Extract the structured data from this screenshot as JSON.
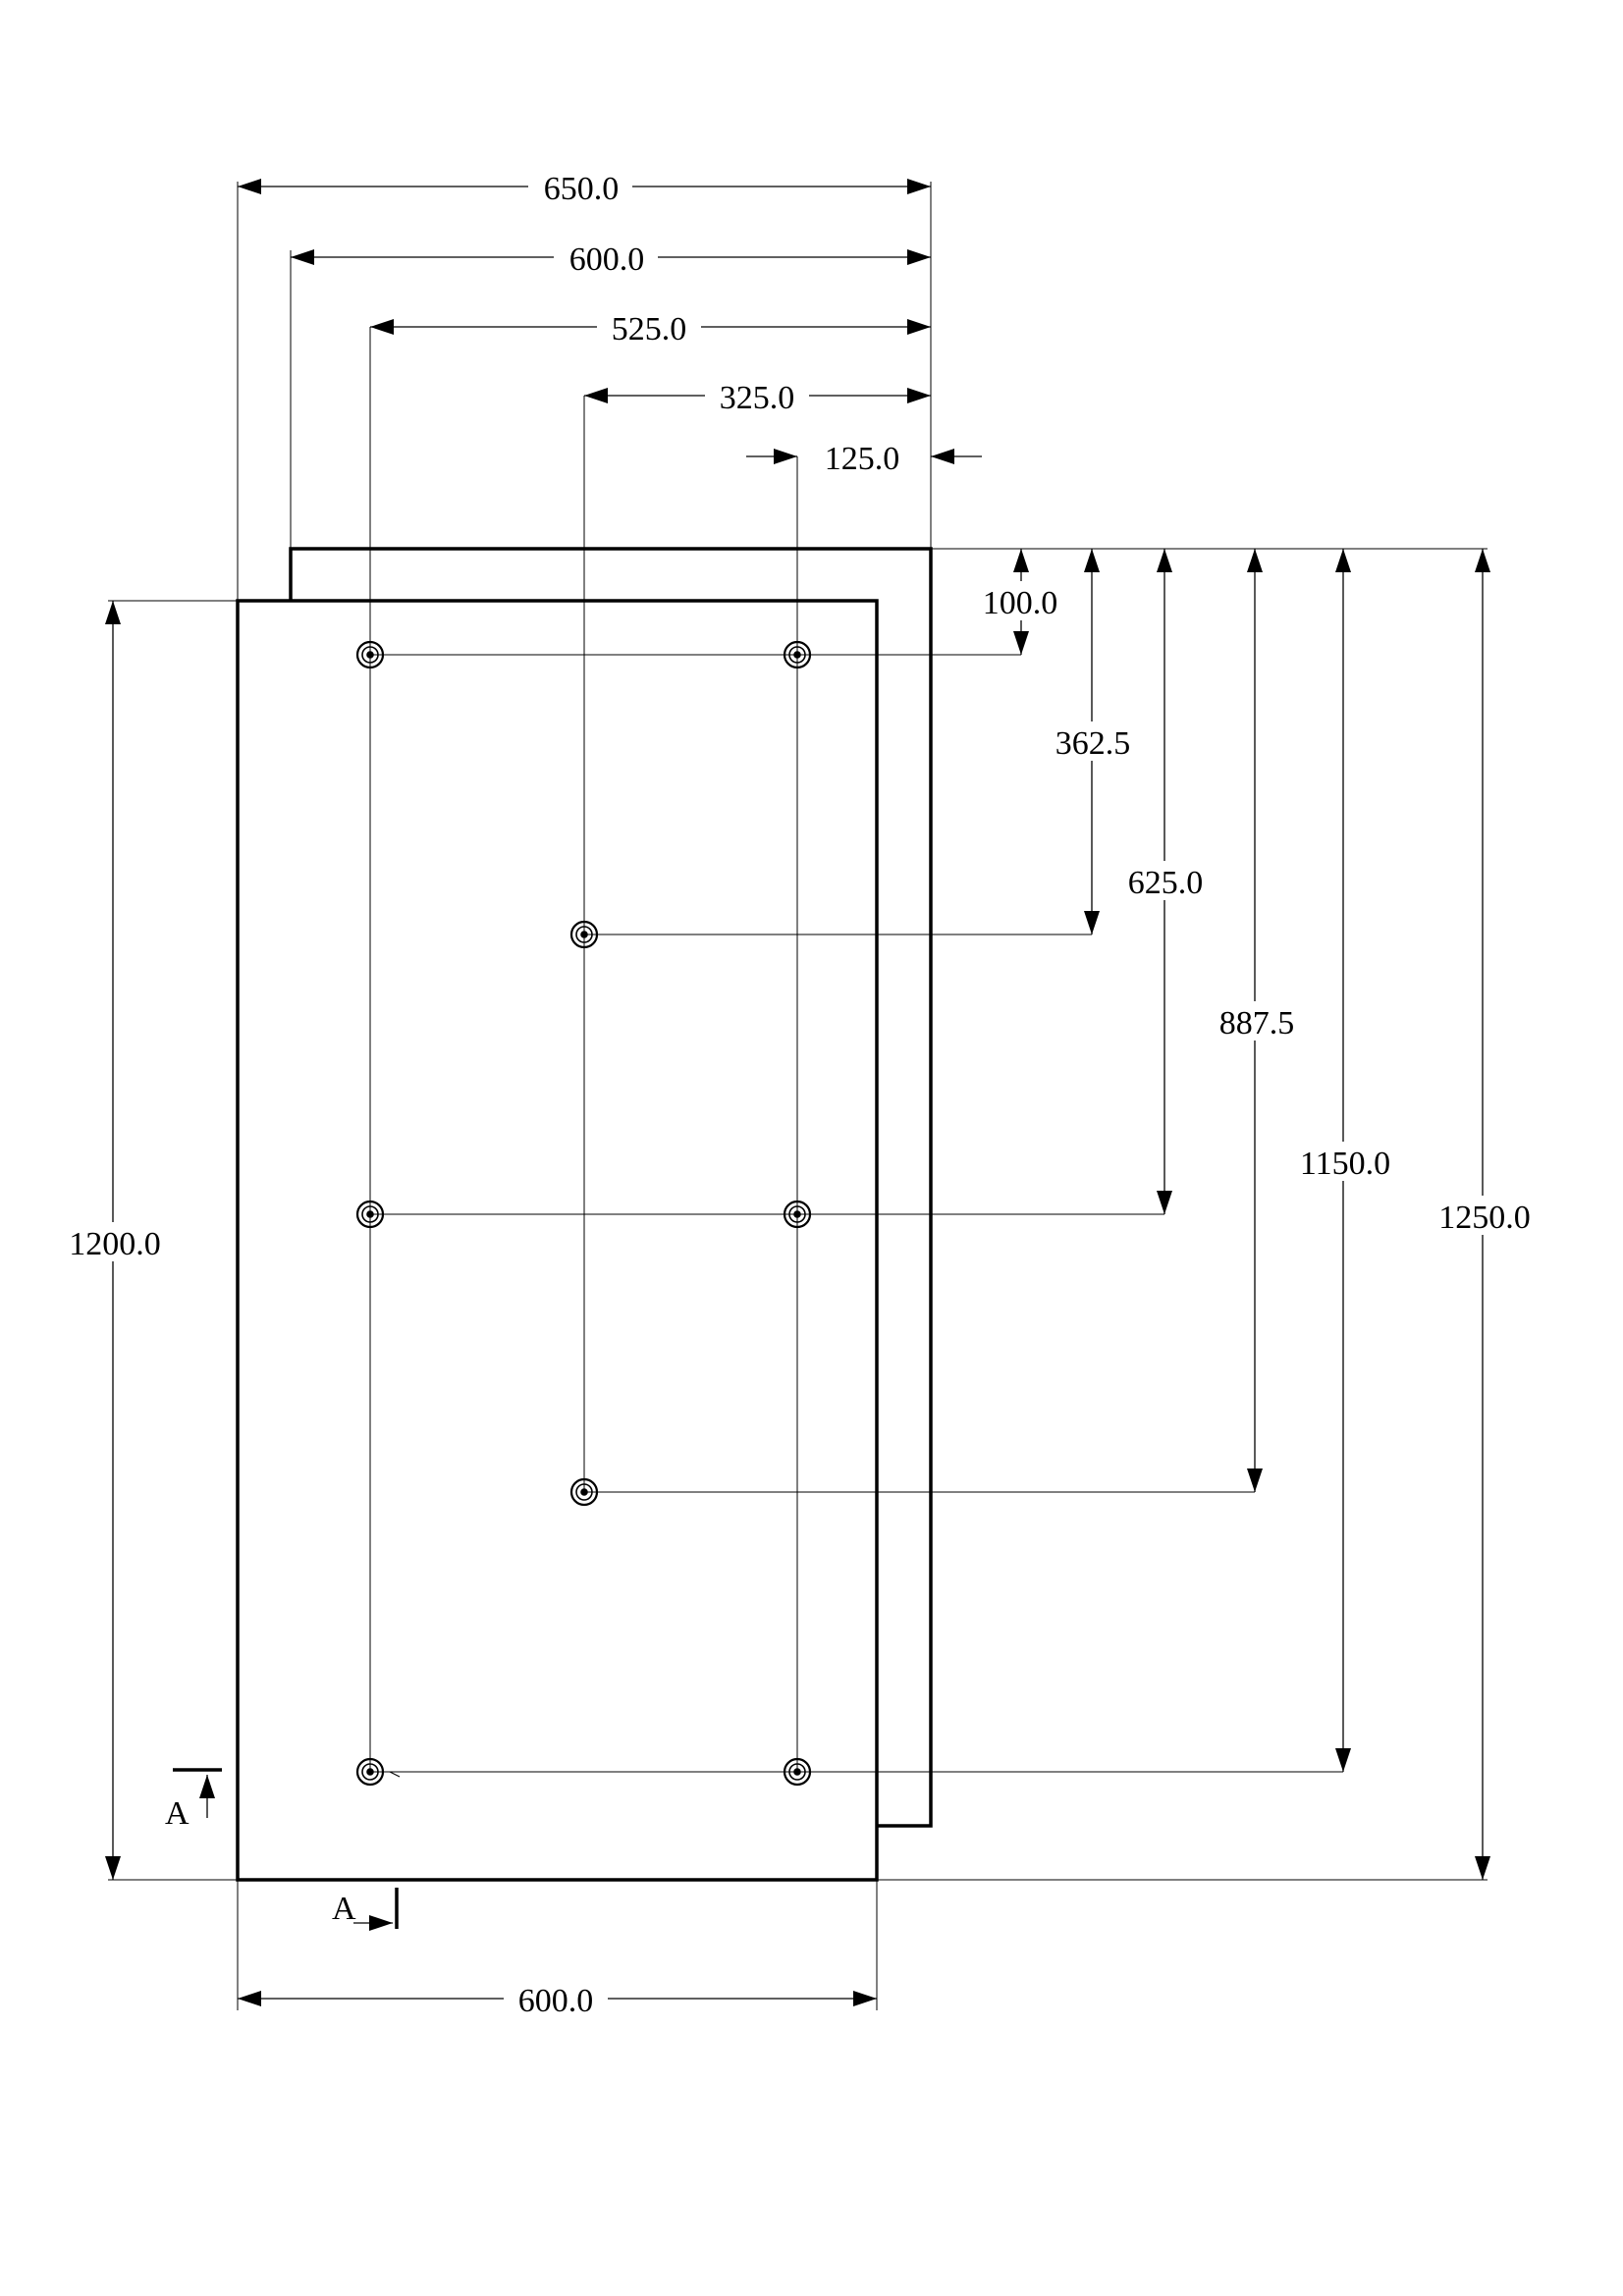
{
  "drawing": {
    "stroke_color": "#000000",
    "background_color": "#ffffff",
    "top_dimensions": [
      "650.0",
      "600.0",
      "525.0",
      "325.0",
      "125.0"
    ],
    "right_dimensions": [
      "100.0",
      "362.5",
      "625.0",
      "887.5",
      "1150.0",
      "1250.0"
    ],
    "left_dimension": "1200.0",
    "bottom_dimension": "600.0",
    "section_label": "A",
    "hole_count": 8
  }
}
